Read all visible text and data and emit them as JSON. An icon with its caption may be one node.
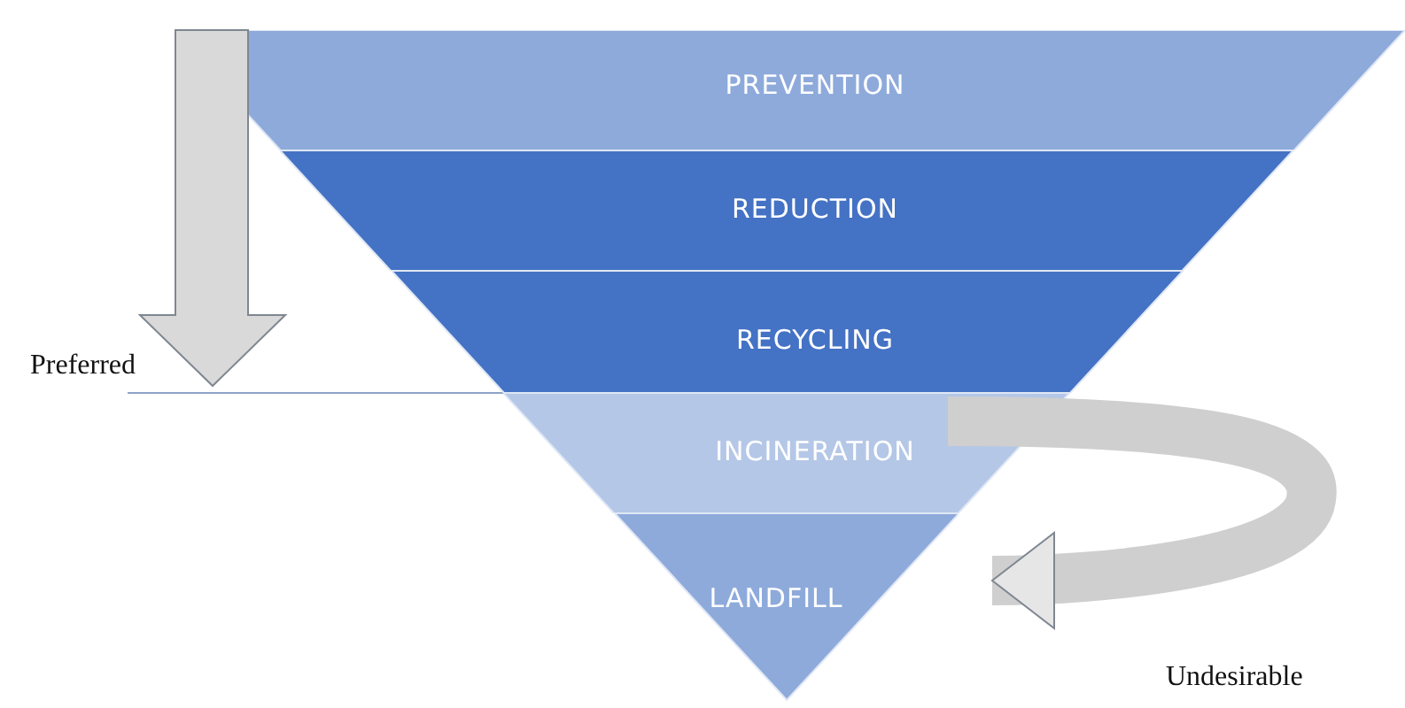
{
  "diagram": {
    "nodes": [
      {
        "text": [
          "PREVENTION"
        ]
      },
      {
        "text": [
          "REDUCTION"
        ]
      },
      {
        "text": [
          "RECYCLING"
        ]
      },
      {
        "text": [
          "INCINERATION"
        ]
      },
      {
        "text": [
          "LANDFILL"
        ]
      }
    ],
    "edges": [
      {
        "from": 3,
        "to": 4,
        "arrow": "to"
      }
    ],
    "labels": [
      "Preferred",
      "Undesirable"
    ]
  }
}
